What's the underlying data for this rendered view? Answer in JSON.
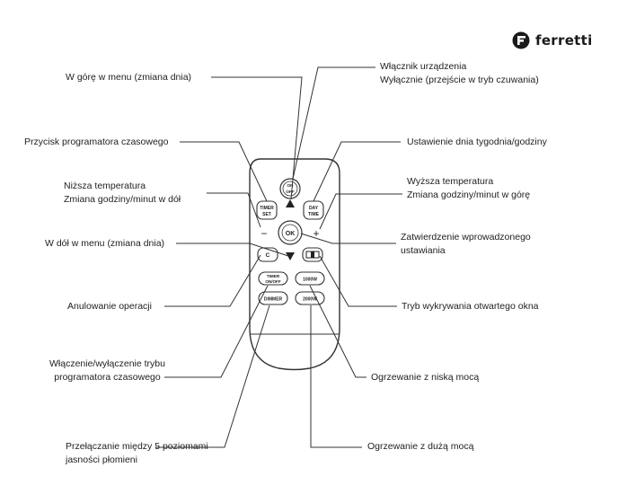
{
  "brand": {
    "name": "ferretti",
    "icon": "ferretti-logo-icon"
  },
  "remote": {
    "power": "ON\nOFF",
    "timer_set": "TIMER\nSET",
    "day_time": "DAY\nTIME",
    "ok": "OK",
    "minus": "−",
    "plus": "+",
    "cancel": "C",
    "timer_onoff": "TIMER\nON/OFF",
    "low_power": "1000W",
    "dimmer": "DIMMER",
    "high_power": "2000W"
  },
  "labels": {
    "up_menu": "W górę w menu (zmiana dnia)",
    "power_1": "Włącznik urządzenia",
    "power_2": "Wyłącznie (przejście w tryb czuwania)",
    "timer_prog": "Przycisk programatora czasowego",
    "day_set": "Ustawienie dnia tygodnia/godziny",
    "lower_temp_1": "Niższa temperatura",
    "lower_temp_2": "Zmiana godziny/minut w dół",
    "higher_temp_1": "Wyższa temperatura",
    "higher_temp_2": "Zmiana godziny/minut w górę",
    "down_menu": "W dół w menu (zmiana dnia)",
    "confirm_1": "Zatwierdzenie wprowadzonego",
    "confirm_2": "ustawiania",
    "cancel_op": "Anulowanie operacji",
    "window_mode": "Tryb wykrywania otwartego okna",
    "timer_toggle_1": "Włączenie/wyłączenie trybu",
    "timer_toggle_2": "programatora czasowego",
    "low_heat": "Ogrzewanie z niską mocą",
    "flame_1": "Przełączanie między 5 poziomami",
    "flame_2": "jasności płomieni",
    "high_heat": "Ogrzewanie z dużą mocą"
  }
}
